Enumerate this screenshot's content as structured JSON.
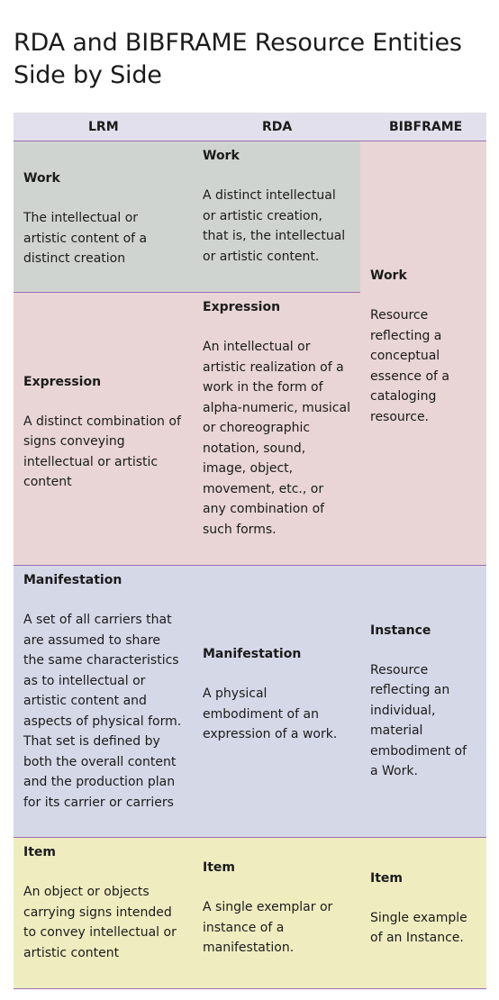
{
  "title": "RDA and BIBFRAME Resource Entities Side by Side",
  "headers": {
    "lrm": "LRM",
    "rda": "RDA",
    "bibframe": "BIBFRAME"
  },
  "lrm": {
    "work": {
      "name": "Work",
      "desc": "The intellectual or artistic content of a distinct creation"
    },
    "expression": {
      "name": "Expression",
      "desc": "A distinct combination of signs conveying intellectual or artistic content"
    },
    "manifestation": {
      "name": "Manifestation",
      "desc": "A set of all carriers that are assumed to share the same characteristics as to intellectual or artistic content and aspects of physical form. That set is defined by both the overall content and the production plan for its carrier or carriers"
    },
    "item": {
      "name": "Item",
      "desc": "An object or objects carrying signs intended to convey intellectual or artistic content"
    }
  },
  "rda": {
    "work": {
      "name": "Work",
      "desc": "A distinct intellectual or artistic creation, that is, the intellectual or artistic content."
    },
    "expression": {
      "name": "Expression",
      "desc": "An intellectual or artistic realization of a work in the form of alpha-numeric, musical or choreographic notation, sound, image, object, movement, etc., or any combination of such forms."
    },
    "manifestation": {
      "name": "Manifestation",
      "desc": "A physical embodiment of an expression of a work."
    },
    "item": {
      "name": "Item",
      "desc": "A single exemplar or instance of a manifestation."
    }
  },
  "bibframe": {
    "work": {
      "name": "Work",
      "desc": "Resource reflecting a conceptual essence of a cataloging resource."
    },
    "instance": {
      "name": "Instance",
      "desc": "Resource reflecting an individual, material embodiment of a Work."
    },
    "item": {
      "name": "Item",
      "desc": "Single example of an Instance."
    }
  },
  "colors": {
    "header": "#e2e0ec",
    "work": "#d0d4d0",
    "expression": "#e9d5d5",
    "manifestation": "#d5d8e7",
    "item": "#efedc0",
    "rule": "#9b6fb2"
  }
}
